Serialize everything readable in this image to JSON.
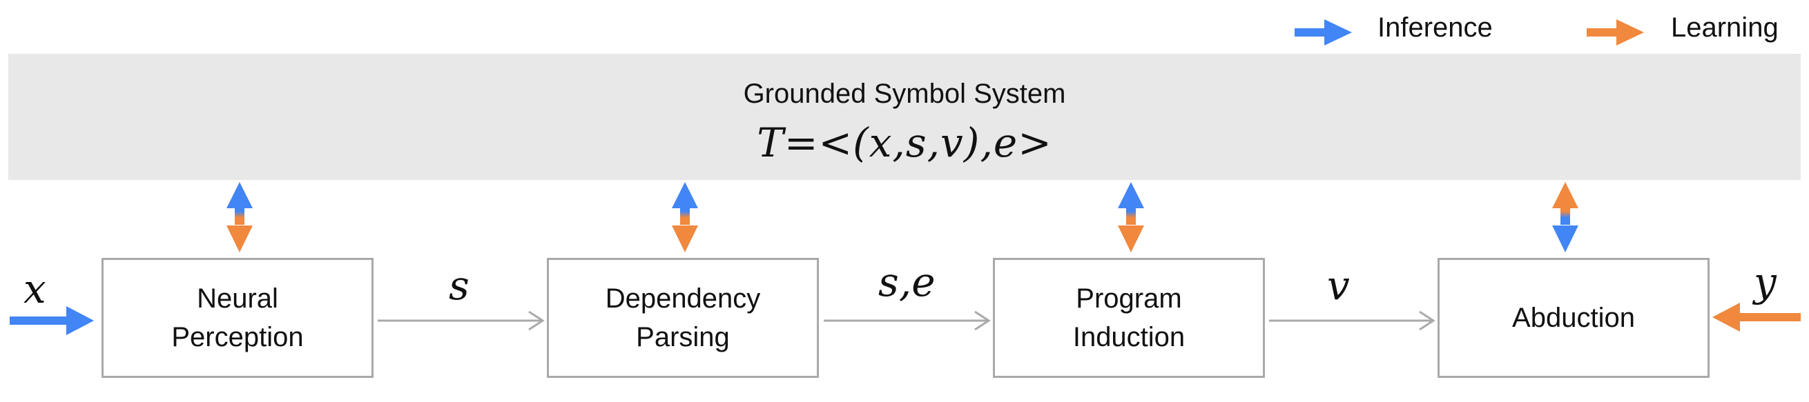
{
  "legend": {
    "inference_label": "Inference",
    "learning_label": "Learning",
    "inference_color": "#4285f4",
    "learning_color": "#f0883e"
  },
  "gss": {
    "title": "Grounded Symbol System",
    "formula": "T=<(x,s,v),e>"
  },
  "modules": [
    {
      "line1": "Neural",
      "line2": "Perception"
    },
    {
      "line1": "Dependency",
      "line2": "Parsing"
    },
    {
      "line1": "Program",
      "line2": "Induction"
    },
    {
      "line1": "Abduction",
      "line2": ""
    }
  ],
  "variables": {
    "input": "x",
    "edge1": "s",
    "edge2": "s,e",
    "edge3": "v",
    "label": "y"
  }
}
